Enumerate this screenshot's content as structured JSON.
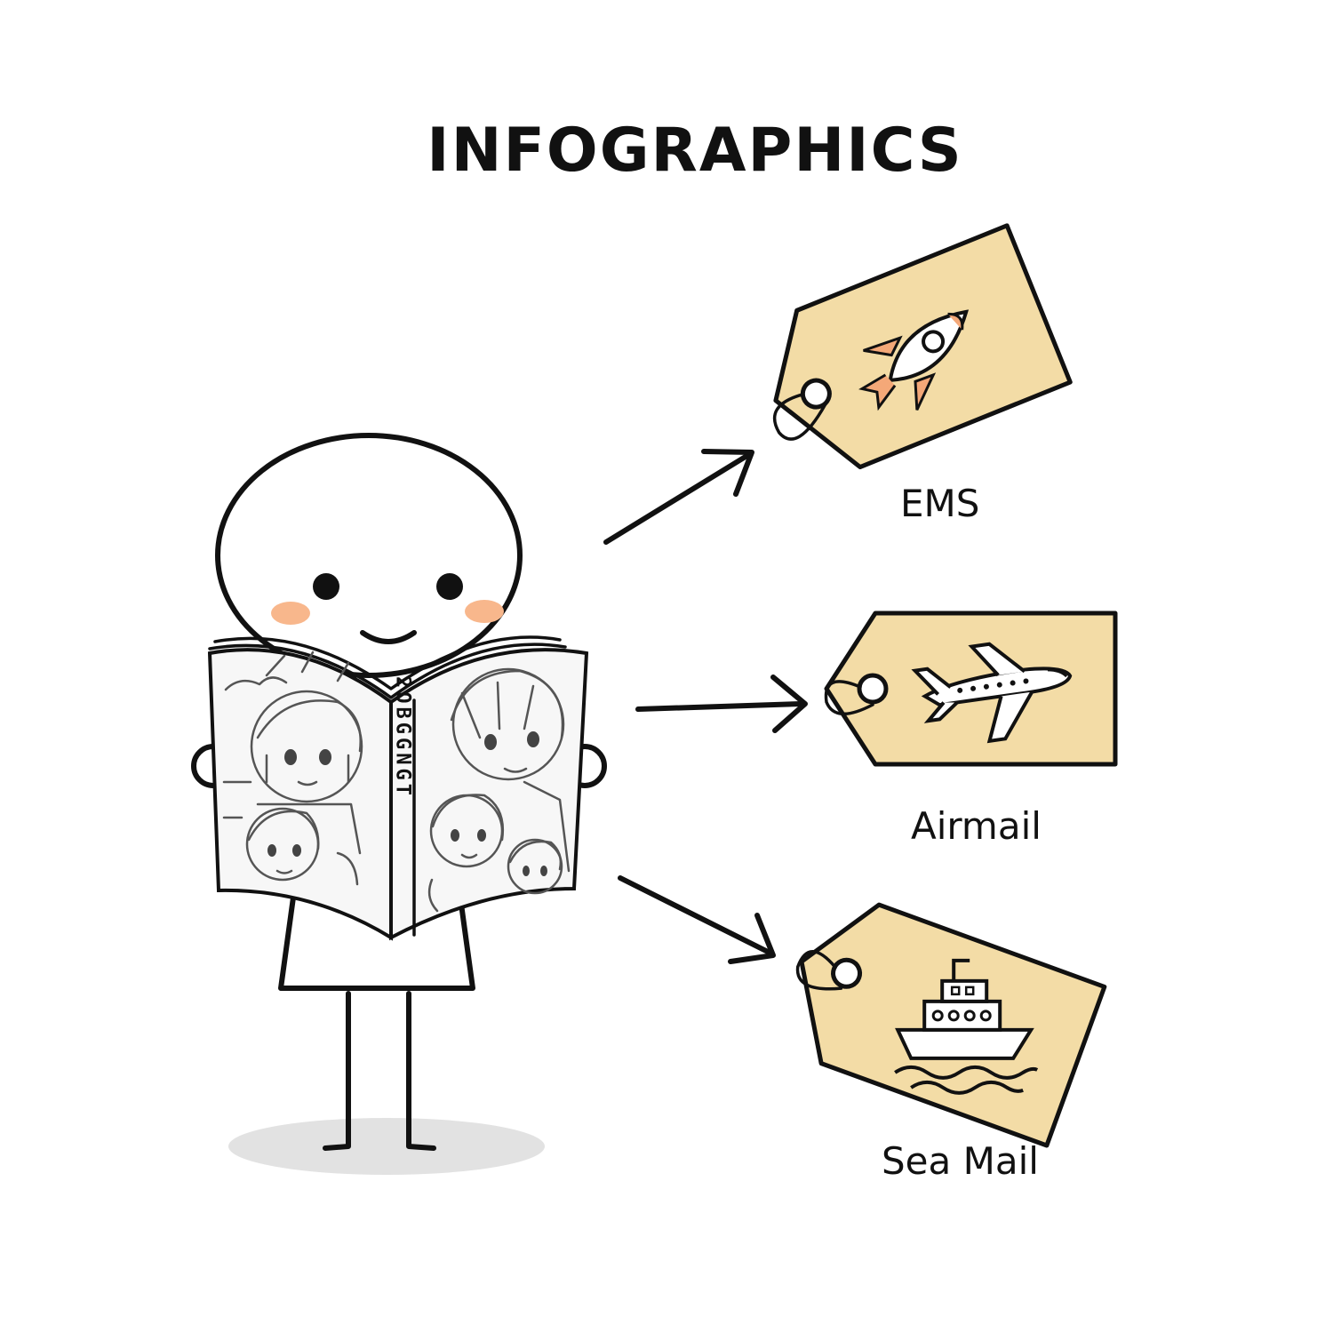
{
  "title": "INFOGRAPHICS",
  "book": {
    "spine_text": "2OBGGNGT"
  },
  "options": [
    {
      "label": "EMS",
      "icon": "rocket-icon"
    },
    {
      "label": "Airmail",
      "icon": "airplane-icon"
    },
    {
      "label": "Sea Mail",
      "icon": "ship-icon"
    }
  ],
  "colors": {
    "tag_fill": "#f3dca6",
    "accent_orange": "#f4a878",
    "cheek": "#f8b78c",
    "shadow": "#e2e2e2",
    "ink": "#111111"
  }
}
